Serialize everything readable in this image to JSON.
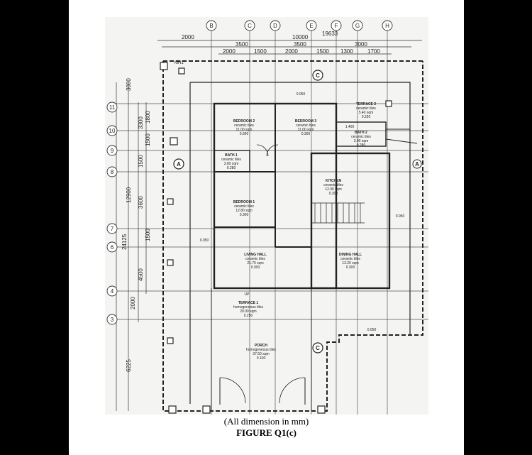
{
  "grid_columns": [
    "B",
    "C",
    "D",
    "E",
    "F",
    "G",
    "H"
  ],
  "grid_rows": [
    "11",
    "10",
    "9",
    "8",
    "7",
    "6",
    "4",
    "3"
  ],
  "top_dims": {
    "row1": [
      "2000",
      "10000",
      "19633"
    ],
    "row2": [
      "3500",
      "3500",
      "3000"
    ],
    "row3": [
      "2000",
      "1500",
      "2000",
      "1500",
      "1300",
      "1700"
    ]
  },
  "left_dims": {
    "outer": [
      "3000",
      "12900",
      "24125",
      "6225"
    ],
    "middle": [
      "3300",
      "1500",
      "3600",
      "4500",
      "2000"
    ],
    "inner": [
      "1800",
      "1500",
      "1500"
    ]
  },
  "markers": {
    "a_left": "A",
    "a_right": "A",
    "c_top": "C",
    "c_bottom": "C",
    "mh": "MH1"
  },
  "rooms": [
    {
      "name": "BEDROOM 2",
      "finish": "ceramic tiles",
      "area": "11.00 sqm",
      "level": "0.300"
    },
    {
      "name": "BEDROOM 3",
      "finish": "ceramic tiles",
      "area": "11.00 sqm",
      "level": "0.300"
    },
    {
      "name": "TERRACE 2",
      "finish": "ceramic tiles",
      "area": "5.40 sqm",
      "level": "0.250"
    },
    {
      "name": "BATH 1",
      "finish": "ceramic tiles",
      "area": "3.60 sqm",
      "level": "0.280"
    },
    {
      "name": "BATH 2",
      "finish": "ceramic tiles",
      "area": "3.00 sqm",
      "level": "0.280"
    },
    {
      "name": "KITCHEN",
      "finish": "ceramic tiles",
      "area": "12.90 sqm",
      "level": "0.300"
    },
    {
      "name": "BEDROOM 1",
      "finish": "ceramic tiles",
      "area": "12.80 sqm",
      "level": "0.300"
    },
    {
      "name": "LIVING HALL",
      "finish": "ceramic tiles",
      "area": "21.70 sqm",
      "level": "0.300"
    },
    {
      "name": "DINING HALL",
      "finish": "ceramic tiles",
      "area": "13.20 sqm",
      "level": "0.300"
    },
    {
      "name": "TERRACE 1",
      "finish": "homogeneous tiles",
      "area": "20.00 sqm",
      "level": "0.250"
    },
    {
      "name": "PORCH",
      "finish": "homogeneous tiles",
      "area": "37.50 sqm",
      "level": "0.100"
    }
  ],
  "misc_labels": {
    "up": "UP",
    "levels": [
      "0.050",
      "0.050",
      "0.050",
      "0.050",
      "1.400"
    ]
  },
  "caption": {
    "note": "(All dimension in mm)",
    "figure": "FIGURE Q1(c)"
  }
}
